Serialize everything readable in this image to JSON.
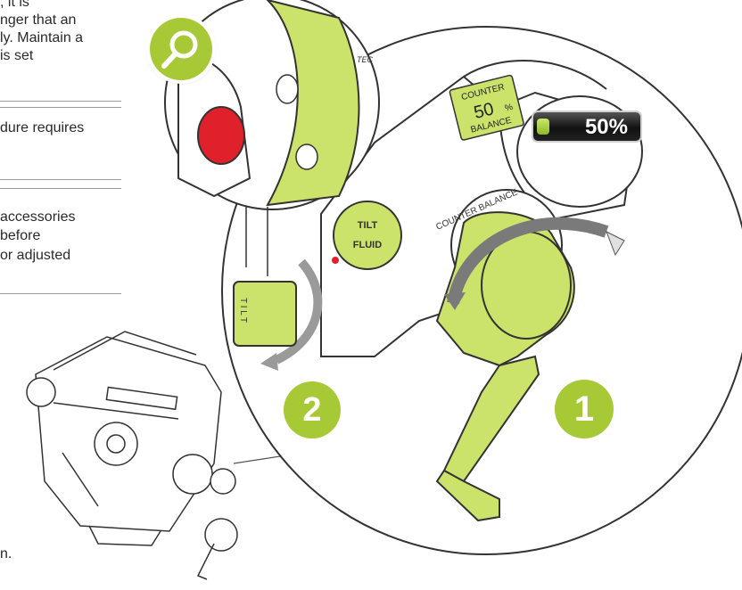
{
  "text_lines": [
    ", it is",
    "nger that an",
    "ly. Maintain a",
    "is set",
    "dure requires",
    "accessories",
    "before",
    "or adjusted",
    "n."
  ],
  "illustration": {
    "steps": [
      "1",
      "2"
    ],
    "counter_display": {
      "top_label": "COUNTER",
      "value": "50",
      "unit": "%",
      "bottom_label": "BALANCE"
    },
    "ring_label": "COUNTER BALANCE",
    "dial_label_top": "TILT",
    "dial_label_bottom": "FLUID",
    "side_label": "T I L T",
    "brand_fragment": "TEC",
    "progress": {
      "label": "50%",
      "fraction": 0.5
    },
    "icon": "magnifier-icon"
  },
  "colors": {
    "accent_green": "#a8c936",
    "light_green": "#cbe36a",
    "red_knob": "#e0202b",
    "arrow_gray": "#7a7a7a"
  }
}
